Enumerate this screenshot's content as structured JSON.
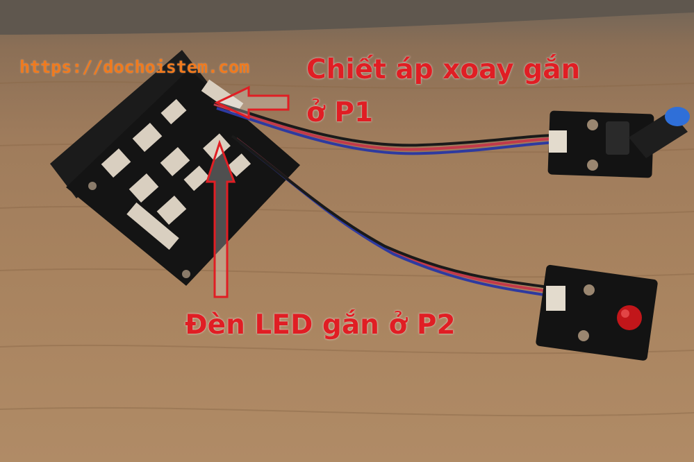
{
  "watermark": "https://dochoistem.com",
  "annotations": {
    "pot_line1": "Chiết áp xoay gắn",
    "pot_line2": "ở P1",
    "led": "Đèn LED gắn ở P2"
  },
  "colors": {
    "annotation_text": "#e01e24",
    "watermark_text": "#f07a1e",
    "arrow_outline": "#e01e24"
  }
}
